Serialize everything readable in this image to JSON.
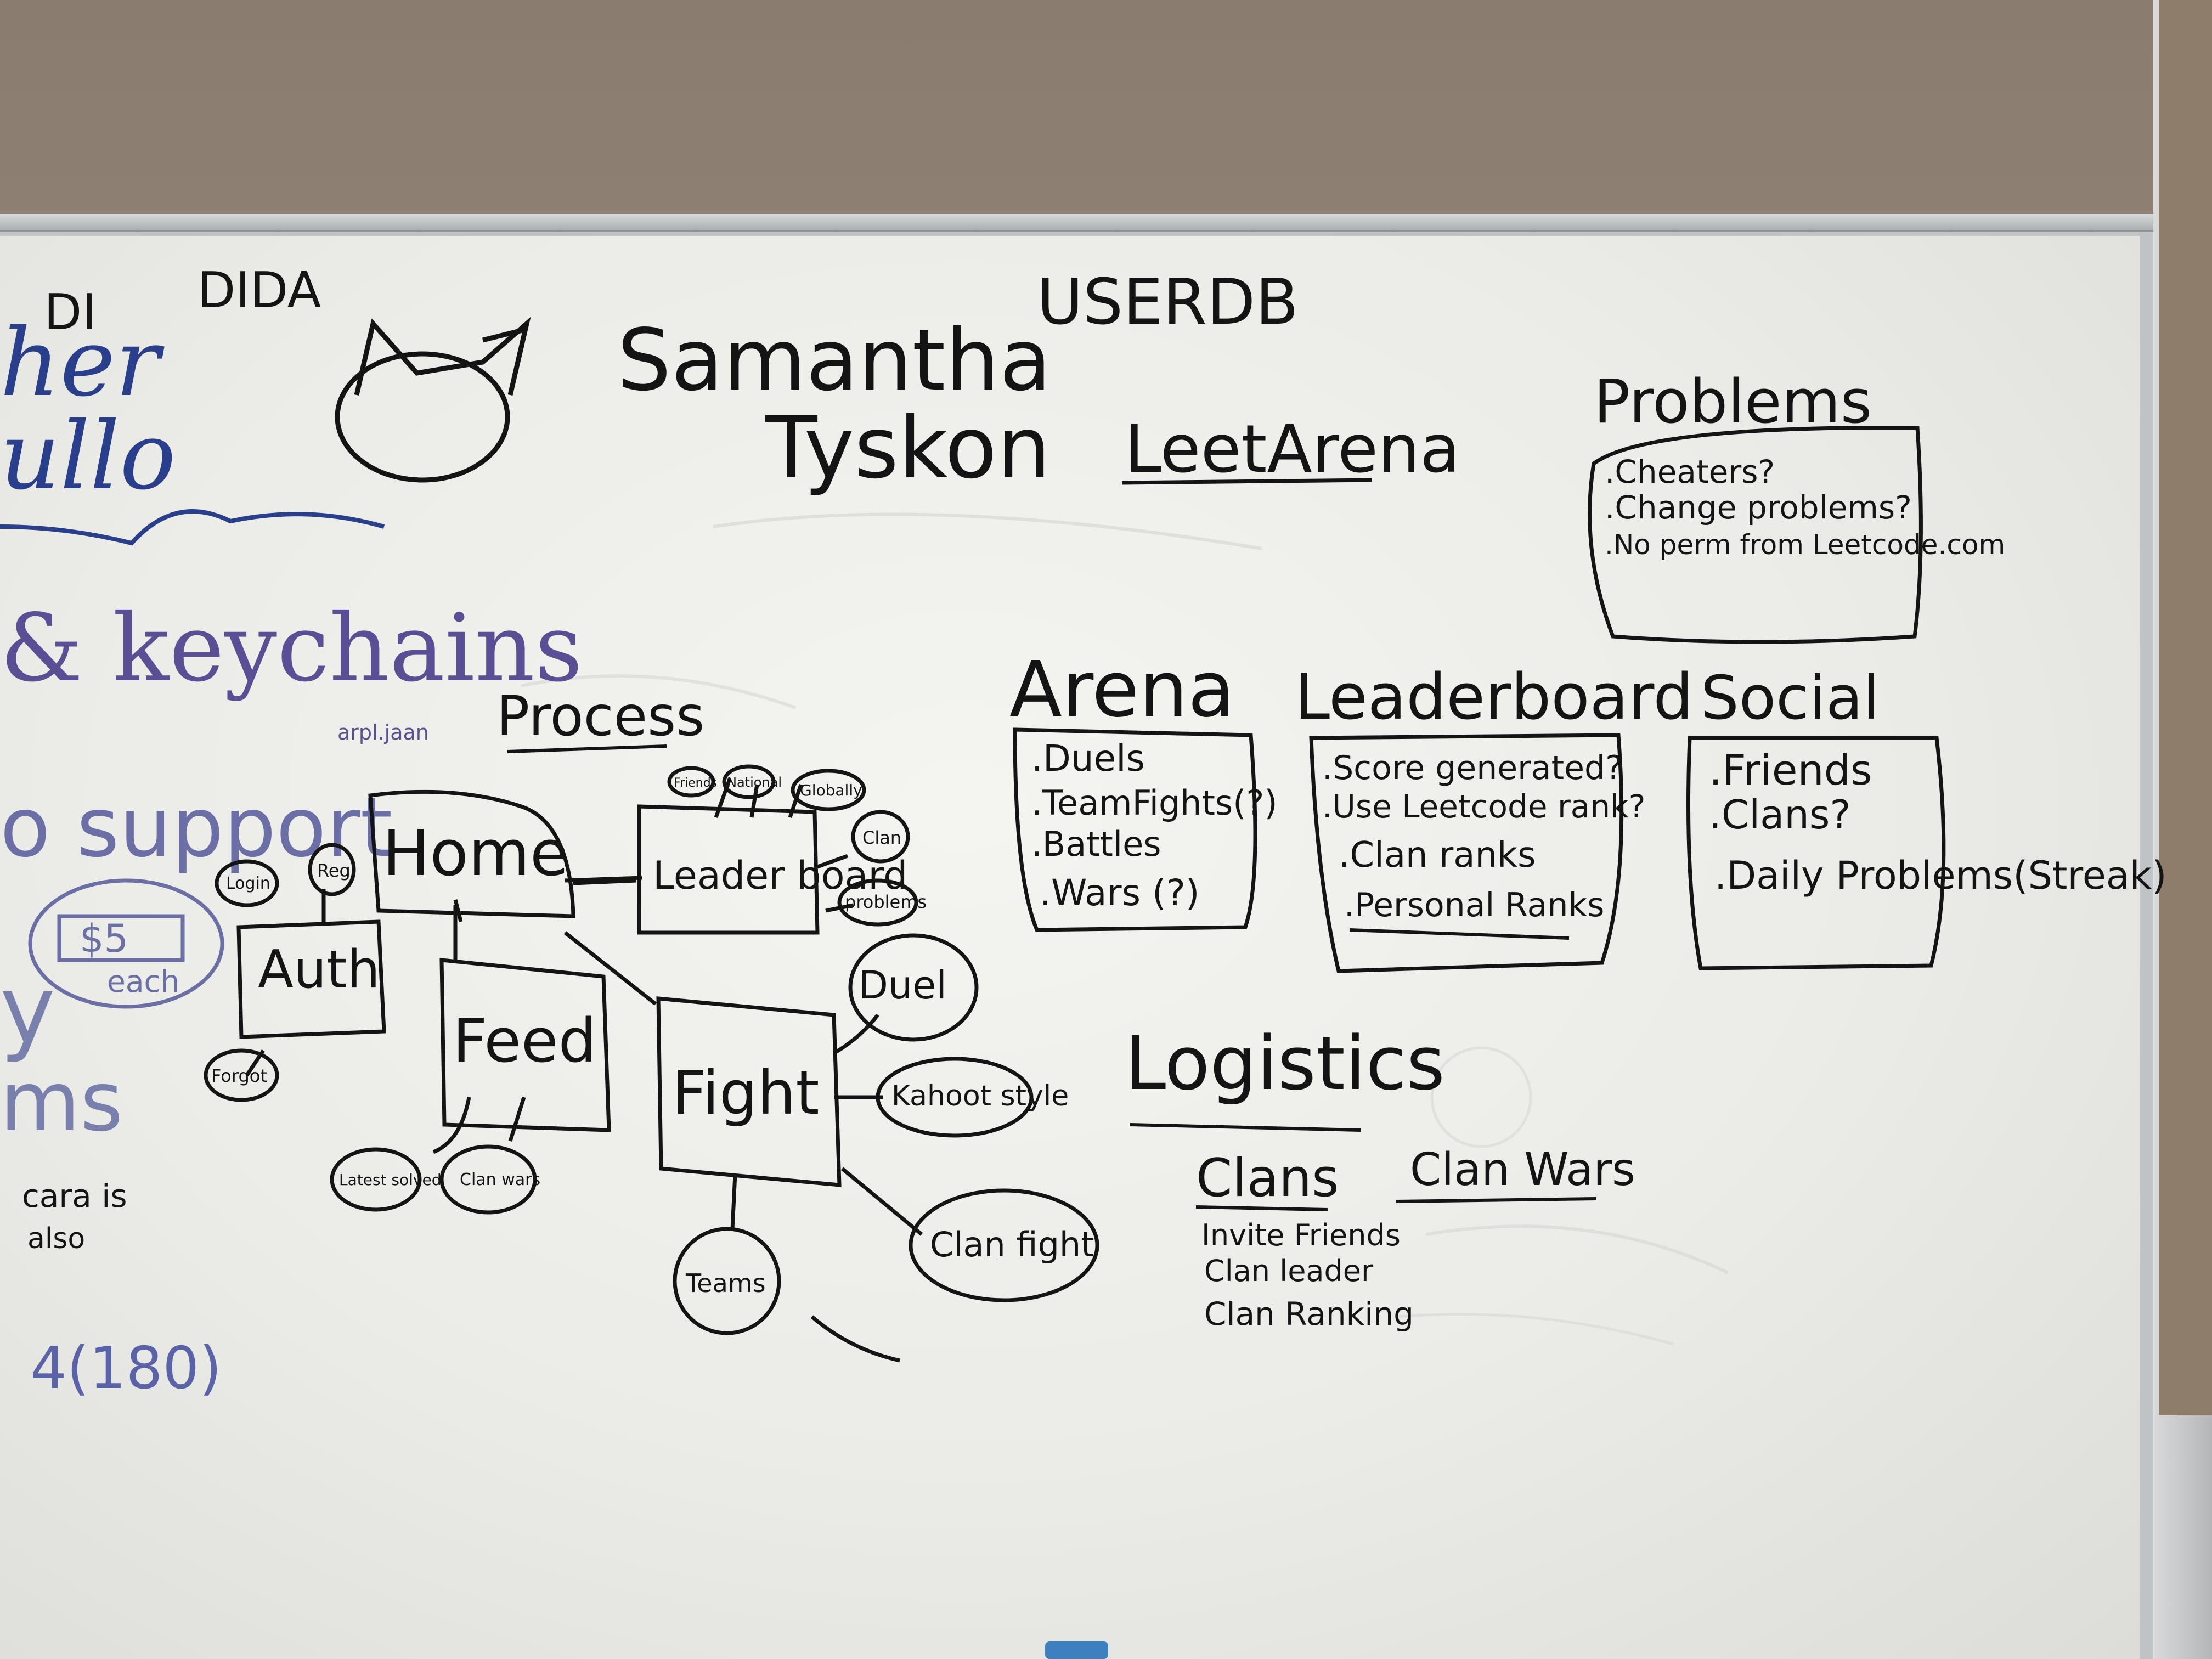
{
  "whiteboard": {
    "left_fragments": {
      "code_1": "DI",
      "code_2": "DIDA",
      "script_1": "her",
      "script_2": "ullo",
      "keychains": "& keychains",
      "small_name": "arpl.jaan",
      "support": "o support",
      "price": "$5",
      "each": "each",
      "letter_y": "y",
      "ms": "ms",
      "cara": "cara is",
      "also": "also",
      "score": "4(180)"
    },
    "header": {
      "userdb": "USERDB",
      "name_1": "Samantha",
      "name_2": "Tyskon",
      "app_name": "LeetArena"
    },
    "problems": {
      "title": "Problems",
      "items": [
        ".Cheaters?",
        ".Change problems?",
        ".No perm from Leetcode.com"
      ]
    },
    "process": {
      "title": "Process",
      "nodes": {
        "home": "Home",
        "auth": "Auth",
        "login": "Login",
        "reg": "Reg",
        "forgot": "Forgot",
        "feed": "Feed",
        "latest": "Latest solved",
        "clan_wars": "Clan wars",
        "leaderboard": "Leader board",
        "friends": "Friends",
        "national": "National",
        "globally": "Globally",
        "clan": "Clan",
        "problems": "problems",
        "fight": "Fight",
        "duel": "Duel",
        "kahoot": "Kahoot style",
        "clanfight": "Clan fight",
        "teams": "Teams"
      }
    },
    "arena": {
      "title": "Arena",
      "items": [
        ".Duels",
        ".TeamFights(?)",
        ".Battles",
        ".Wars (?)"
      ]
    },
    "leaderboard": {
      "title": "Leaderboard",
      "items": [
        ".Score generated?",
        ".Use Leetcode rank?",
        ".Clan ranks",
        ".Personal Ranks"
      ]
    },
    "social": {
      "title": "Social",
      "items": [
        ".Friends",
        ".Clans?",
        ".Daily Problems(Streak)"
      ]
    },
    "logistics": {
      "title": "Logistics",
      "clans_title": "Clans",
      "clans_items": [
        "Invite Friends",
        "Clan leader",
        "Clan Ranking"
      ],
      "clan_wars_title": "Clan Wars"
    }
  }
}
